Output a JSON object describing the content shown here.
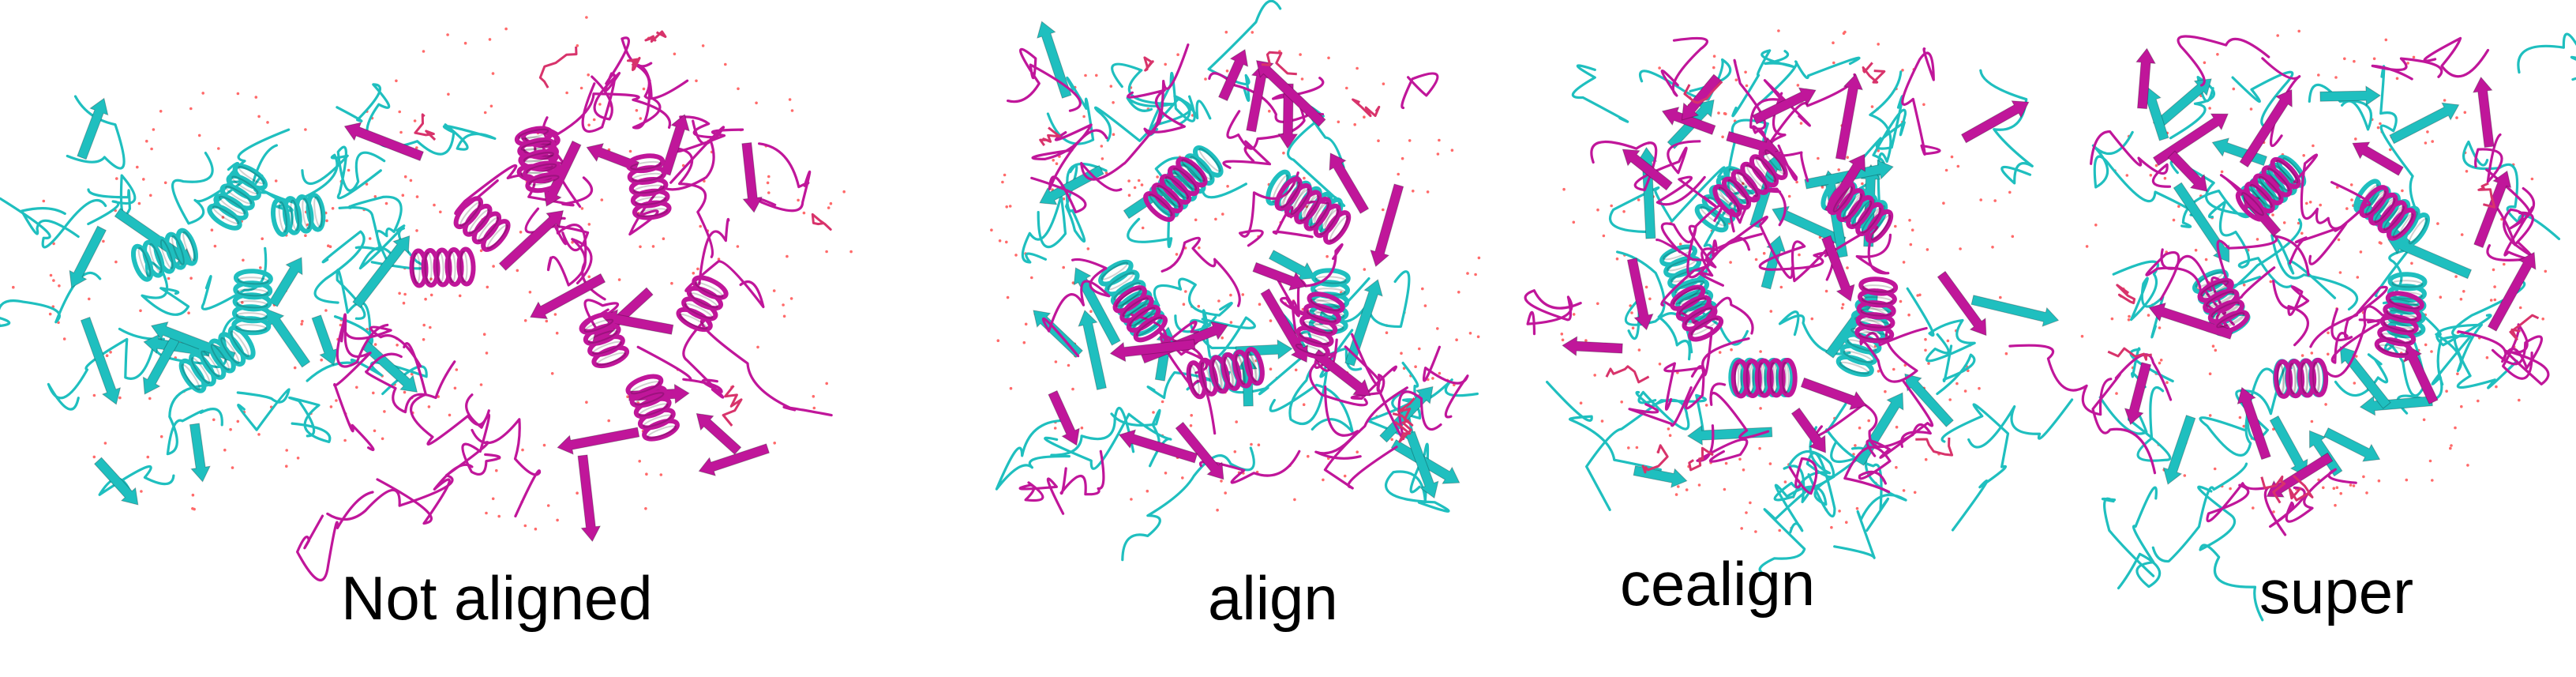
{
  "colors": {
    "molecule_a": "#1fbfbf",
    "molecule_b": "#c0169a",
    "ligand": "#d8336b",
    "water": "#ff6a6a",
    "background": "#ffffff",
    "text": "#000000"
  },
  "panels": [
    {
      "id": "not-aligned",
      "label": "Not aligned"
    },
    {
      "id": "align",
      "label": "align"
    },
    {
      "id": "cealign",
      "label": "cealign"
    },
    {
      "id": "super",
      "label": "super"
    }
  ]
}
